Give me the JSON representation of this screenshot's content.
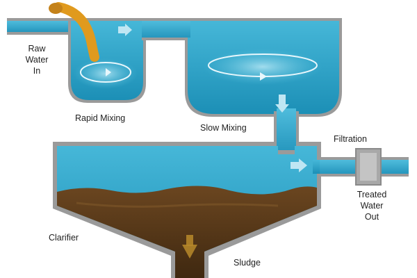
{
  "labels": {
    "raw_water_in": "Raw\nWater\nIn",
    "rapid_mixing": "Rapid Mixing",
    "slow_mixing": "Slow Mixing",
    "filtration": "Filtration",
    "treated_water_out": "Treated\nWater\nOut",
    "clarifier": "Clarifier",
    "sludge": "Sludge"
  },
  "colors": {
    "water": "#2ba3c9",
    "water_light": "#56c0dd",
    "tank_wall": "#9a9a9a",
    "sludge": "#5a3a18",
    "sludge_light": "#7a5428",
    "raw_water_stream": "#e09a1e",
    "arrow": "#bfe6f3",
    "filter": "#a8a8a8"
  }
}
